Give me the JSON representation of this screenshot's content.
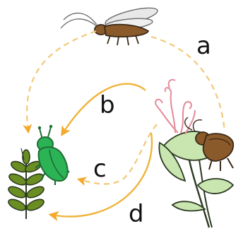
{
  "diagram": {
    "labels": {
      "a": "a",
      "b": "b",
      "c": "c",
      "d": "d"
    },
    "colors": {
      "arrow_dashed": "#f3c879",
      "arrow_solid": "#f0b33a",
      "arrowhead": "#f3a92b",
      "beetle_body": "#2bb356",
      "beetle_dark": "#1e6d33",
      "cricket_body": "#8a5a2b",
      "cricket_outline": "#3a2818",
      "plant_leaf": "#c9e6b1",
      "plant_outline": "#2d3a22",
      "flower_scent": "#e48a98",
      "grain_leaf": "#6b8e23"
    },
    "icons": {
      "flying_insect": "flying-insect-icon",
      "beetle": "beetle-icon",
      "cricket": "cricket-icon",
      "flowering_plant": "flowering-plant-icon",
      "wheat": "wheat-icon",
      "scent": "scent-icon"
    }
  }
}
